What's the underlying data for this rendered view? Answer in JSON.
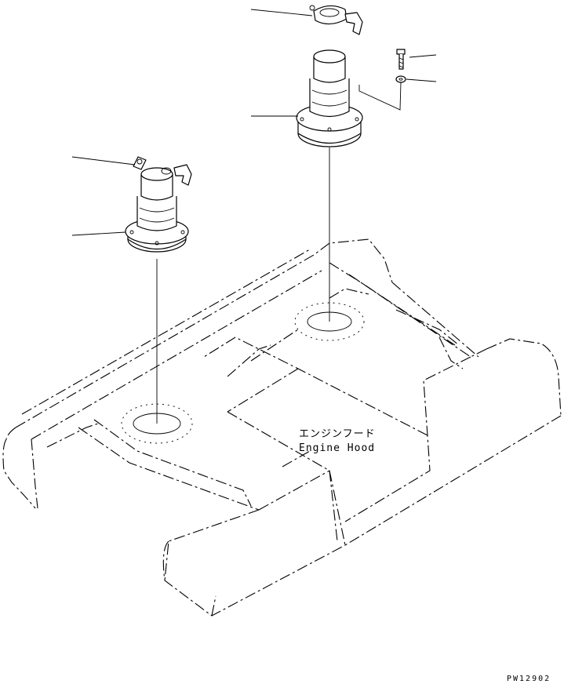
{
  "labels": {
    "hood_jp": "エンジンフード",
    "hood_en": "Engine Hood"
  },
  "drawing_ref": "PW12902"
}
